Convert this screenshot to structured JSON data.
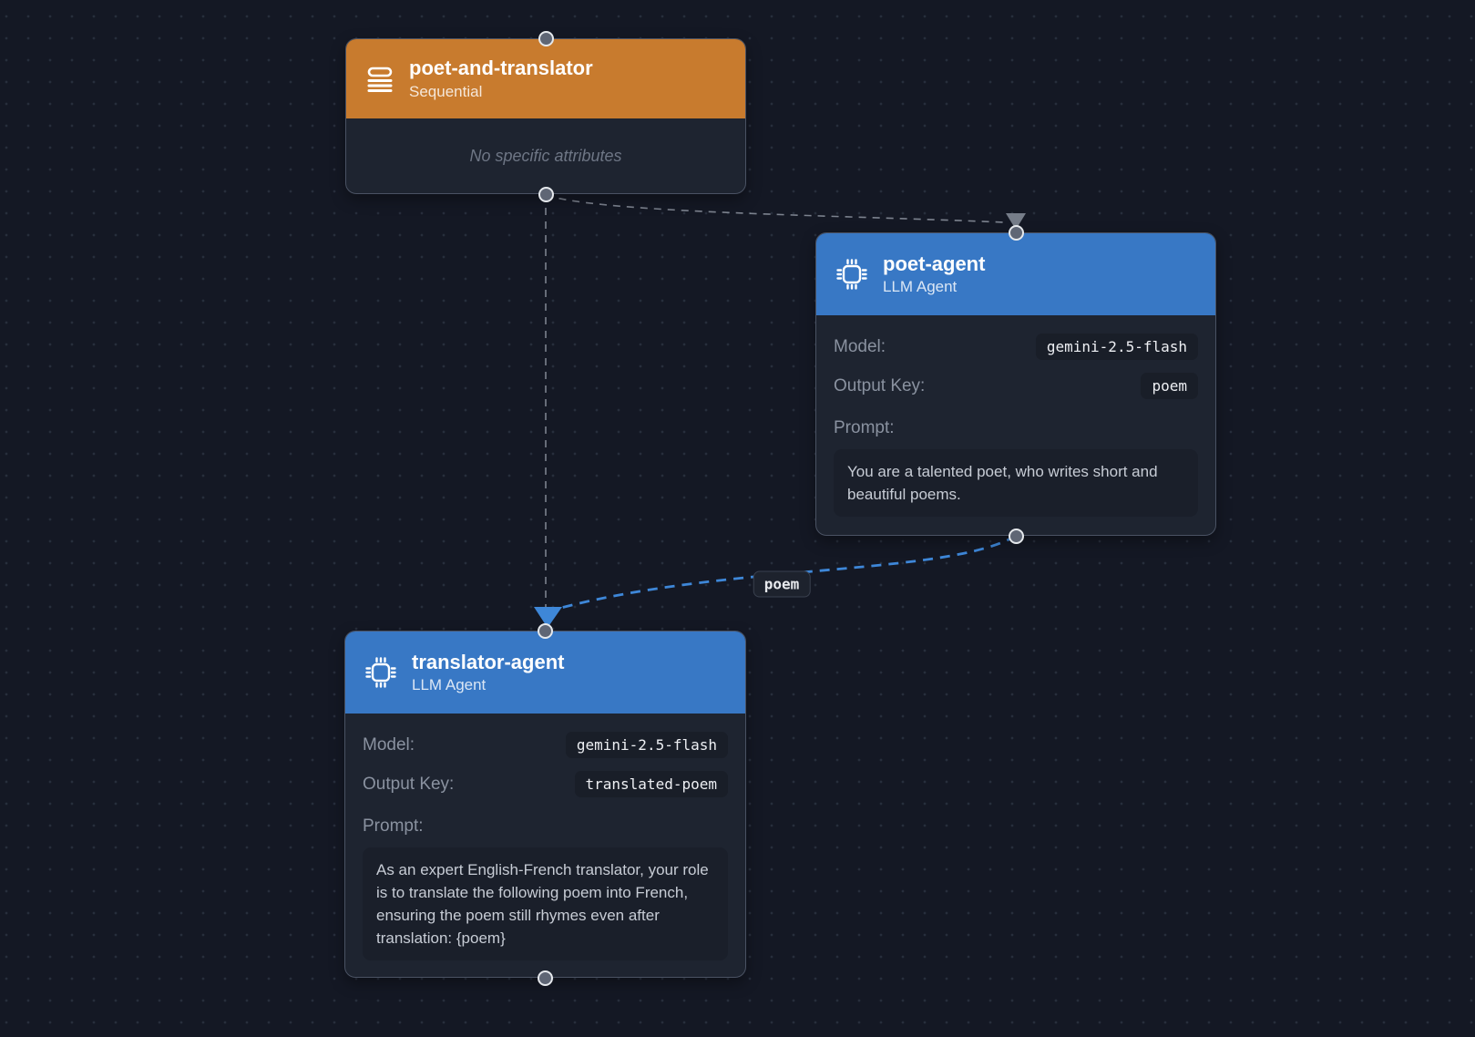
{
  "colors": {
    "canvas_background": "#141824",
    "sequential_header": "#c87b2e",
    "llm_agent_header": "#3878c5",
    "edge_gray": "#8e95a1",
    "edge_blue": "#3e87d8"
  },
  "nodes": [
    {
      "id": "poet-and-translator",
      "icon": "sequential-list-icon",
      "title": "poet-and-translator",
      "subtitle": "Sequential",
      "placeholder": "No specific attributes"
    },
    {
      "id": "poet-agent",
      "icon": "chip-icon",
      "title": "poet-agent",
      "subtitle": "LLM Agent",
      "fields": {
        "model_label": "Model:",
        "model_value": "gemini-2.5-flash",
        "output_key_label": "Output Key:",
        "output_key_value": "poem",
        "prompt_label": "Prompt:",
        "prompt_text": "You are a talented poet, who writes short and beautiful poems."
      }
    },
    {
      "id": "translator-agent",
      "icon": "chip-icon",
      "title": "translator-agent",
      "subtitle": "LLM Agent",
      "fields": {
        "model_label": "Model:",
        "model_value": "gemini-2.5-flash",
        "output_key_label": "Output Key:",
        "output_key_value": "translated-poem",
        "prompt_label": "Prompt:",
        "prompt_text": "As an expert English-French translator, your role is to translate the following poem into French, ensuring the poem still rhymes even after translation: {poem}"
      }
    }
  ],
  "edges": [
    {
      "from": "poet-and-translator",
      "to": "poet-agent",
      "style": "dashed-gray"
    },
    {
      "from": "poet-and-translator",
      "to": "translator-agent",
      "style": "dashed-gray"
    },
    {
      "from": "poet-agent",
      "to": "translator-agent",
      "style": "dashed-blue",
      "label": "poem"
    }
  ]
}
